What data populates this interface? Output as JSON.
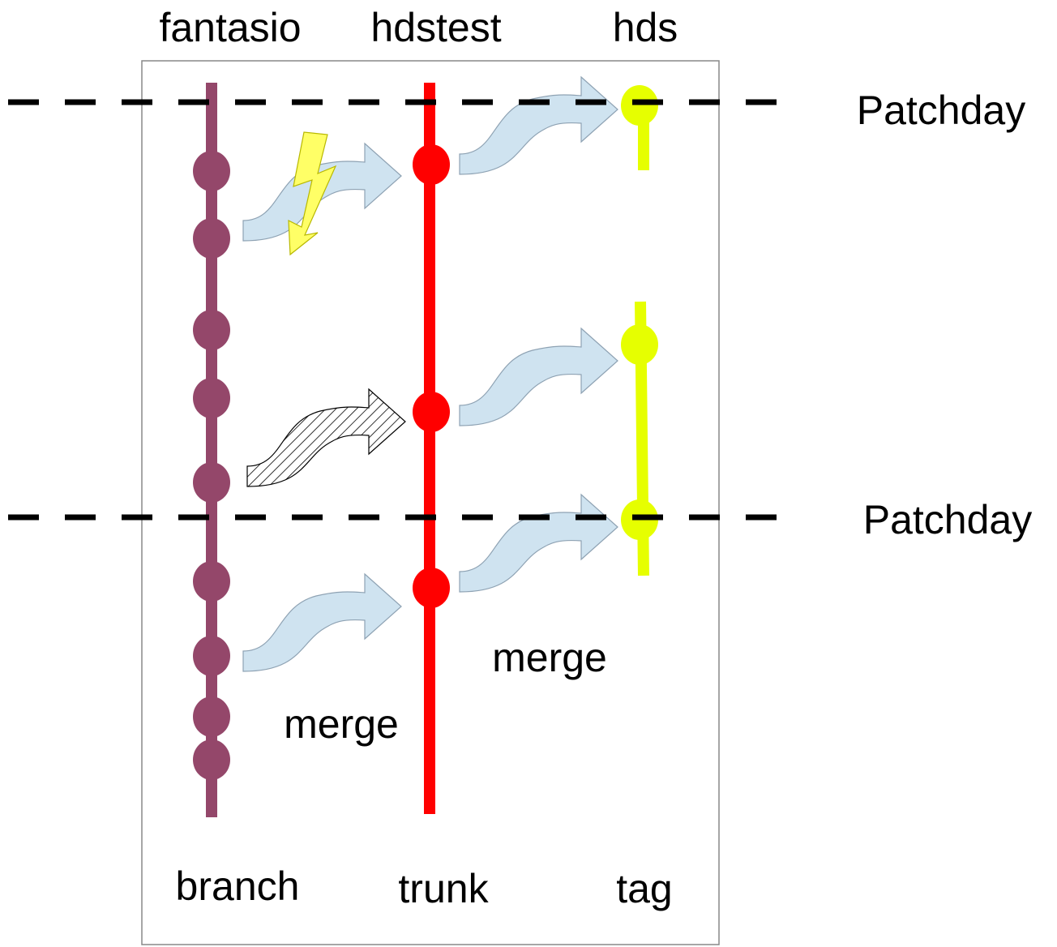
{
  "columns": {
    "fantasio": "fantasio",
    "hdstest": "hdstest",
    "hds": "hds"
  },
  "roles": {
    "branch": "branch",
    "trunk": "trunk",
    "tag": "tag"
  },
  "patchday": {
    "top": "Patchday",
    "bottom": "Patchday"
  },
  "merge_labels": {
    "left": "merge",
    "right": "merge"
  },
  "colors": {
    "branch": "#94476a",
    "trunk": "#ff0000",
    "tag": "#e6ff00",
    "arrow_fill": "#cfe3f0",
    "arrow_stroke": "#8ea2b3",
    "lightning": "#ffff66",
    "frame": "#888888"
  },
  "icons": {
    "conflict": "lightning-icon",
    "failed_merge": "hatched-arrow-icon"
  }
}
